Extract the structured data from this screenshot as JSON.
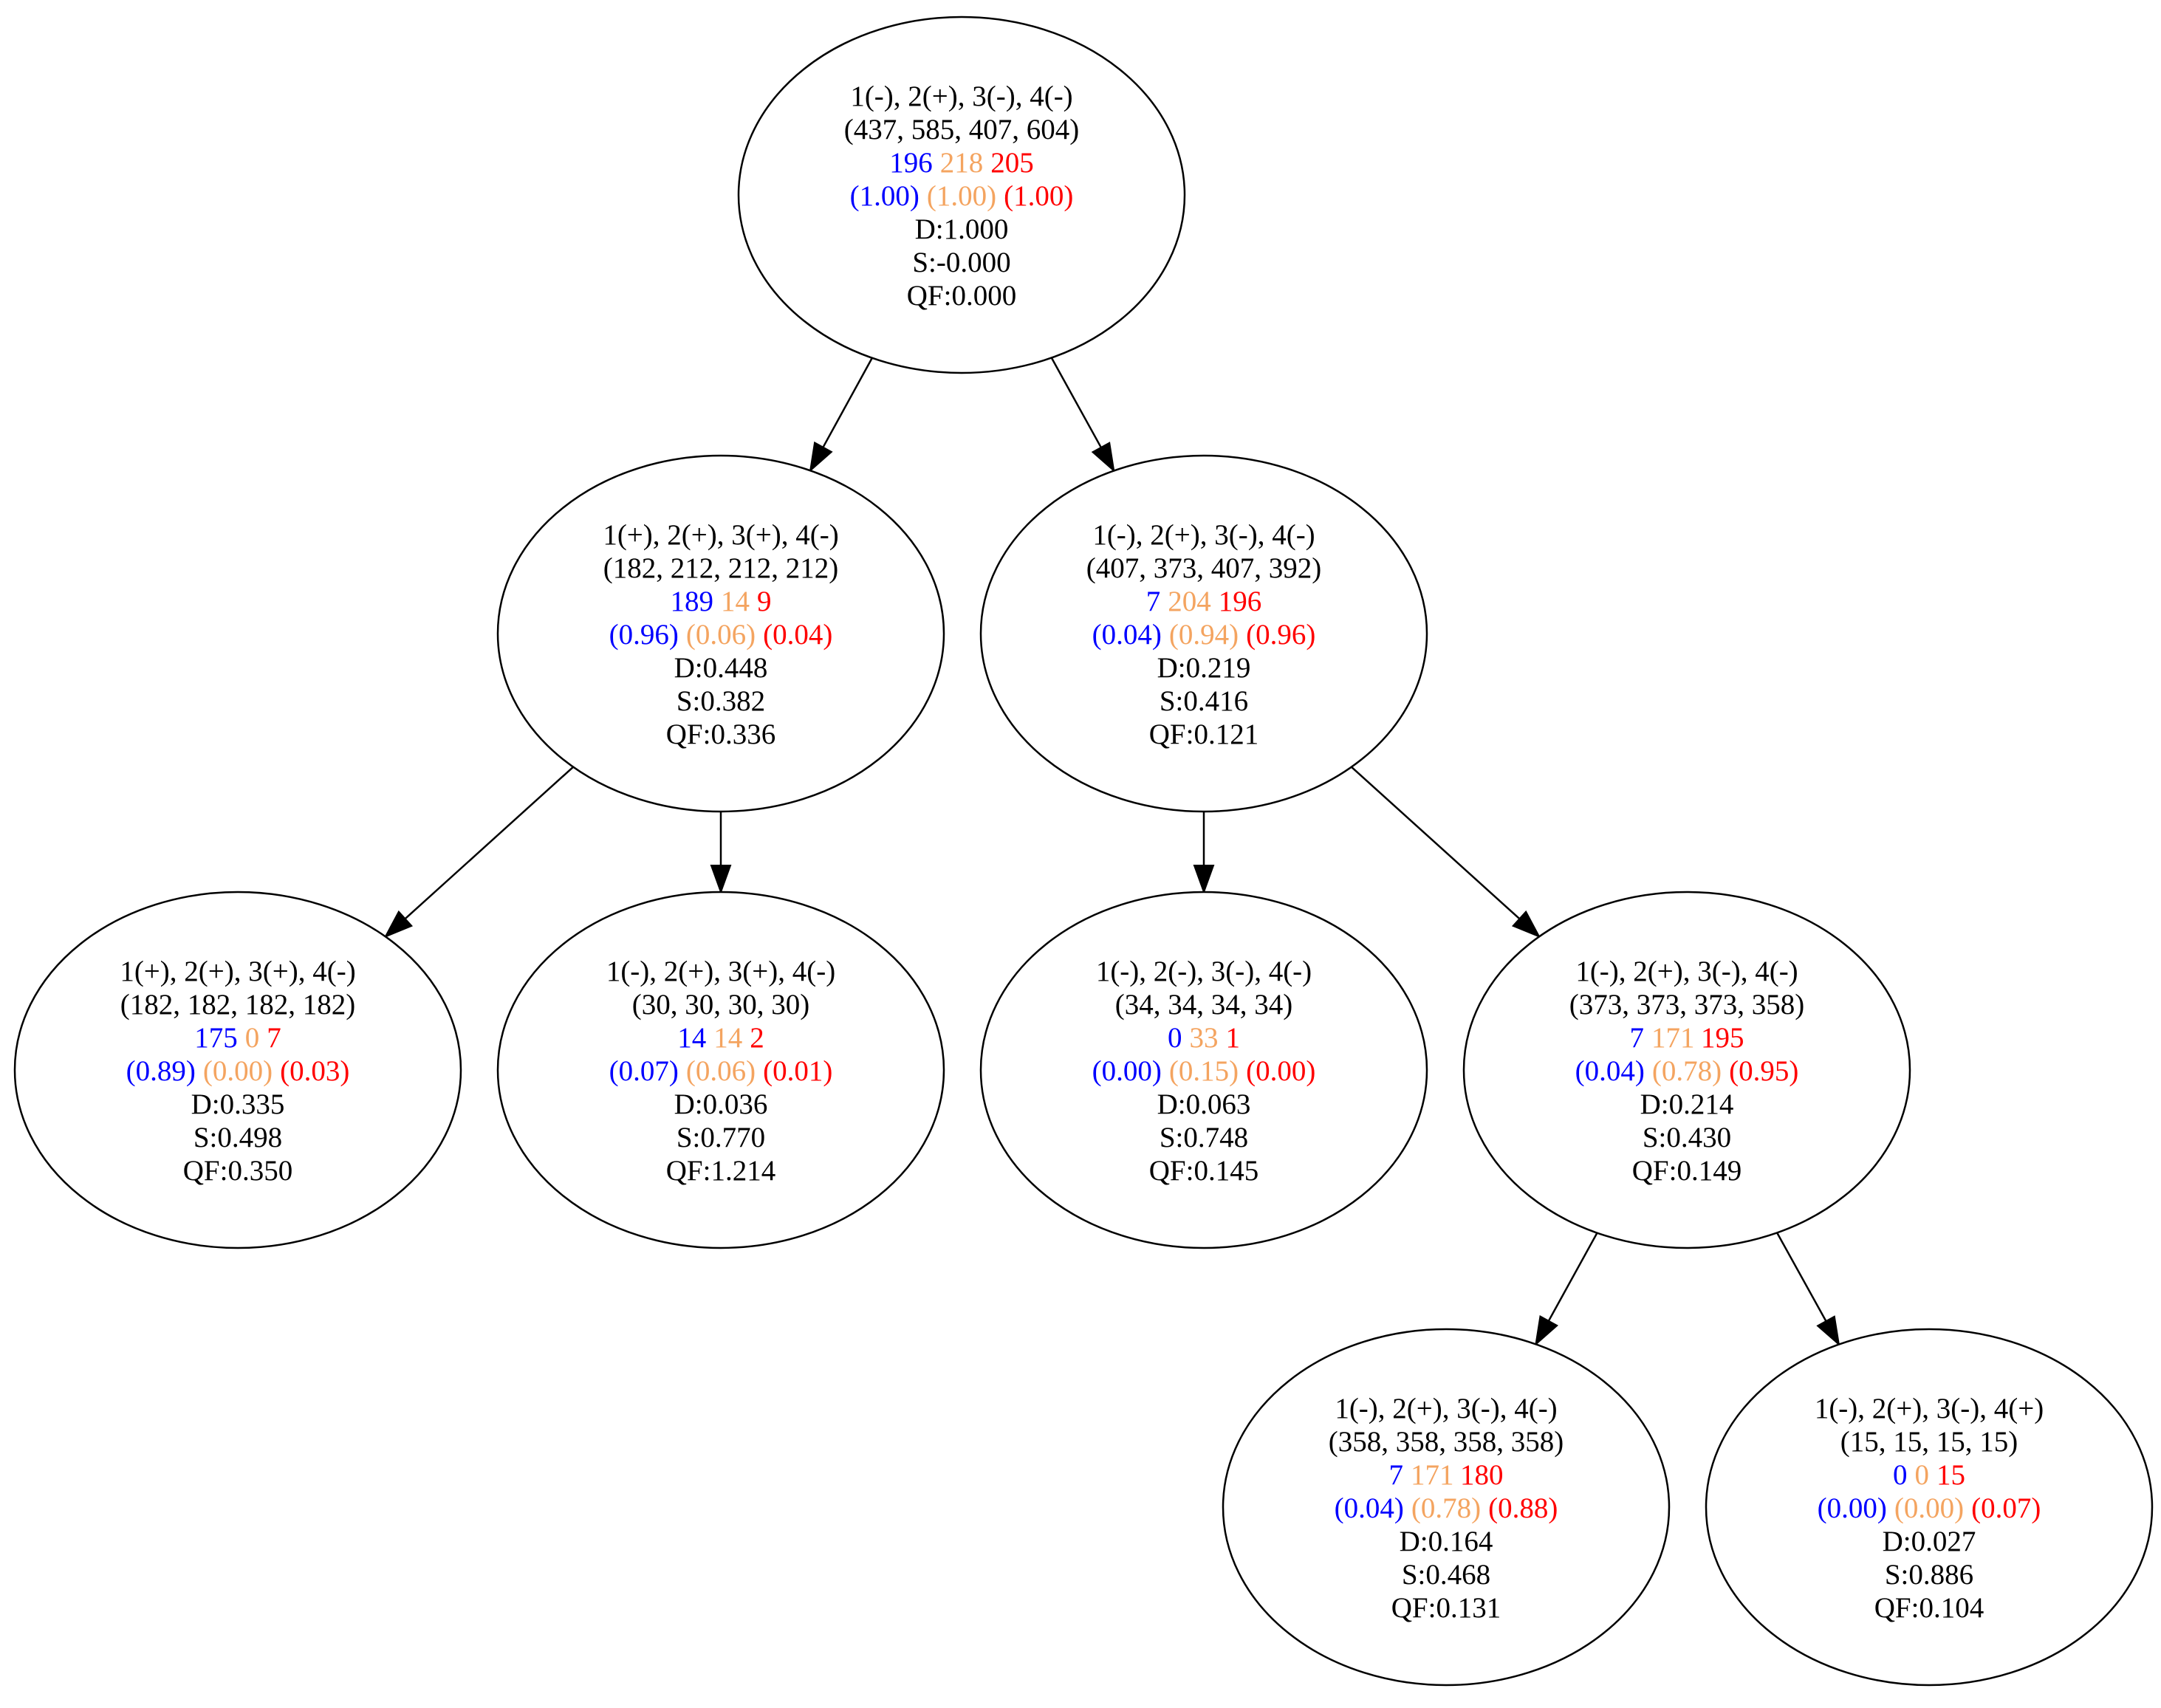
{
  "colors": {
    "blue": "#0000ff",
    "orange": "#f4a460",
    "red": "#ff0000",
    "black": "#000000"
  },
  "nodes": [
    {
      "id": "root",
      "signs": "1(-), 2(+), 3(-), 4(-)",
      "counts": "(437, 585, 407, 604)",
      "n_blue": "196",
      "n_orange": "218",
      "n_red": "205",
      "p_blue": "(1.00)",
      "p_orange": "(1.00)",
      "p_red": "(1.00)",
      "d": "D:1.000",
      "s": "S:-0.000",
      "qf": "QF:0.000"
    },
    {
      "id": "l1-left",
      "signs": "1(+), 2(+), 3(+), 4(-)",
      "counts": "(182, 212, 212, 212)",
      "n_blue": "189",
      "n_orange": "14",
      "n_red": "9",
      "p_blue": "(0.96)",
      "p_orange": "(0.06)",
      "p_red": "(0.04)",
      "d": "D:0.448",
      "s": "S:0.382",
      "qf": "QF:0.336"
    },
    {
      "id": "l1-right",
      "signs": "1(-), 2(+), 3(-), 4(-)",
      "counts": "(407, 373, 407, 392)",
      "n_blue": "7",
      "n_orange": "204",
      "n_red": "196",
      "p_blue": "(0.04)",
      "p_orange": "(0.94)",
      "p_red": "(0.96)",
      "d": "D:0.219",
      "s": "S:0.416",
      "qf": "QF:0.121"
    },
    {
      "id": "l2-a",
      "signs": "1(+), 2(+), 3(+), 4(-)",
      "counts": "(182, 182, 182, 182)",
      "n_blue": "175",
      "n_orange": "0",
      "n_red": "7",
      "p_blue": "(0.89)",
      "p_orange": "(0.00)",
      "p_red": "(0.03)",
      "d": "D:0.335",
      "s": "S:0.498",
      "qf": "QF:0.350"
    },
    {
      "id": "l2-b",
      "signs": "1(-), 2(+), 3(+), 4(-)",
      "counts": "(30, 30, 30, 30)",
      "n_blue": "14",
      "n_orange": "14",
      "n_red": "2",
      "p_blue": "(0.07)",
      "p_orange": "(0.06)",
      "p_red": "(0.01)",
      "d": "D:0.036",
      "s": "S:0.770",
      "qf": "QF:1.214"
    },
    {
      "id": "l2-c",
      "signs": "1(-), 2(-), 3(-), 4(-)",
      "counts": "(34, 34, 34, 34)",
      "n_blue": "0",
      "n_orange": "33",
      "n_red": "1",
      "p_blue": "(0.00)",
      "p_orange": "(0.15)",
      "p_red": "(0.00)",
      "d": "D:0.063",
      "s": "S:0.748",
      "qf": "QF:0.145"
    },
    {
      "id": "l2-d",
      "signs": "1(-), 2(+), 3(-), 4(-)",
      "counts": "(373, 373, 373, 358)",
      "n_blue": "7",
      "n_orange": "171",
      "n_red": "195",
      "p_blue": "(0.04)",
      "p_orange": "(0.78)",
      "p_red": "(0.95)",
      "d": "D:0.214",
      "s": "S:0.430",
      "qf": "QF:0.149"
    },
    {
      "id": "l3-a",
      "signs": "1(-), 2(+), 3(-), 4(-)",
      "counts": "(358, 358, 358, 358)",
      "n_blue": "7",
      "n_orange": "171",
      "n_red": "180",
      "p_blue": "(0.04)",
      "p_orange": "(0.78)",
      "p_red": "(0.88)",
      "d": "D:0.164",
      "s": "S:0.468",
      "qf": "QF:0.131"
    },
    {
      "id": "l3-b",
      "signs": "1(-), 2(+), 3(-), 4(+)",
      "counts": "(15, 15, 15, 15)",
      "n_blue": "0",
      "n_orange": "0",
      "n_red": "15",
      "p_blue": "(0.00)",
      "p_orange": "(0.00)",
      "p_red": "(0.07)",
      "d": "D:0.027",
      "s": "S:0.886",
      "qf": "QF:0.104"
    }
  ],
  "edges": [
    {
      "from": "root",
      "to": "l1-left"
    },
    {
      "from": "root",
      "to": "l1-right"
    },
    {
      "from": "l1-left",
      "to": "l2-a"
    },
    {
      "from": "l1-left",
      "to": "l2-b"
    },
    {
      "from": "l1-right",
      "to": "l2-c"
    },
    {
      "from": "l1-right",
      "to": "l2-d"
    },
    {
      "from": "l2-d",
      "to": "l3-a"
    },
    {
      "from": "l2-d",
      "to": "l3-b"
    }
  ]
}
